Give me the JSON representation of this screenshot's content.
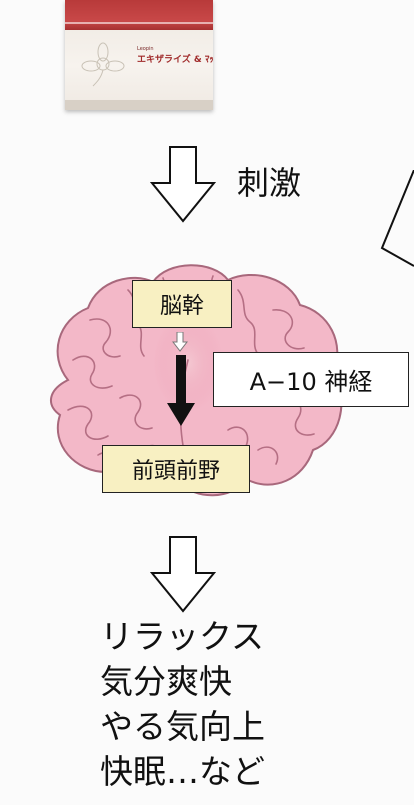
{
  "product": {
    "brand": "Leopin",
    "name": "エキザライズ & ﾏｯｸｽ"
  },
  "stimulus_label": "刺激",
  "brainstem_label": "脳幹",
  "nerve_label": "A−10 神経",
  "prefrontal_label": "前頭前野",
  "effects": [
    "リラックス",
    "気分爽快",
    "やる気向上",
    "快眠…など"
  ],
  "colors": {
    "brain_fill": "#f3b8c8",
    "brain_outline": "#b06a80",
    "box_fill": "#f8f0c2",
    "accent_red": "#b83a3a"
  }
}
